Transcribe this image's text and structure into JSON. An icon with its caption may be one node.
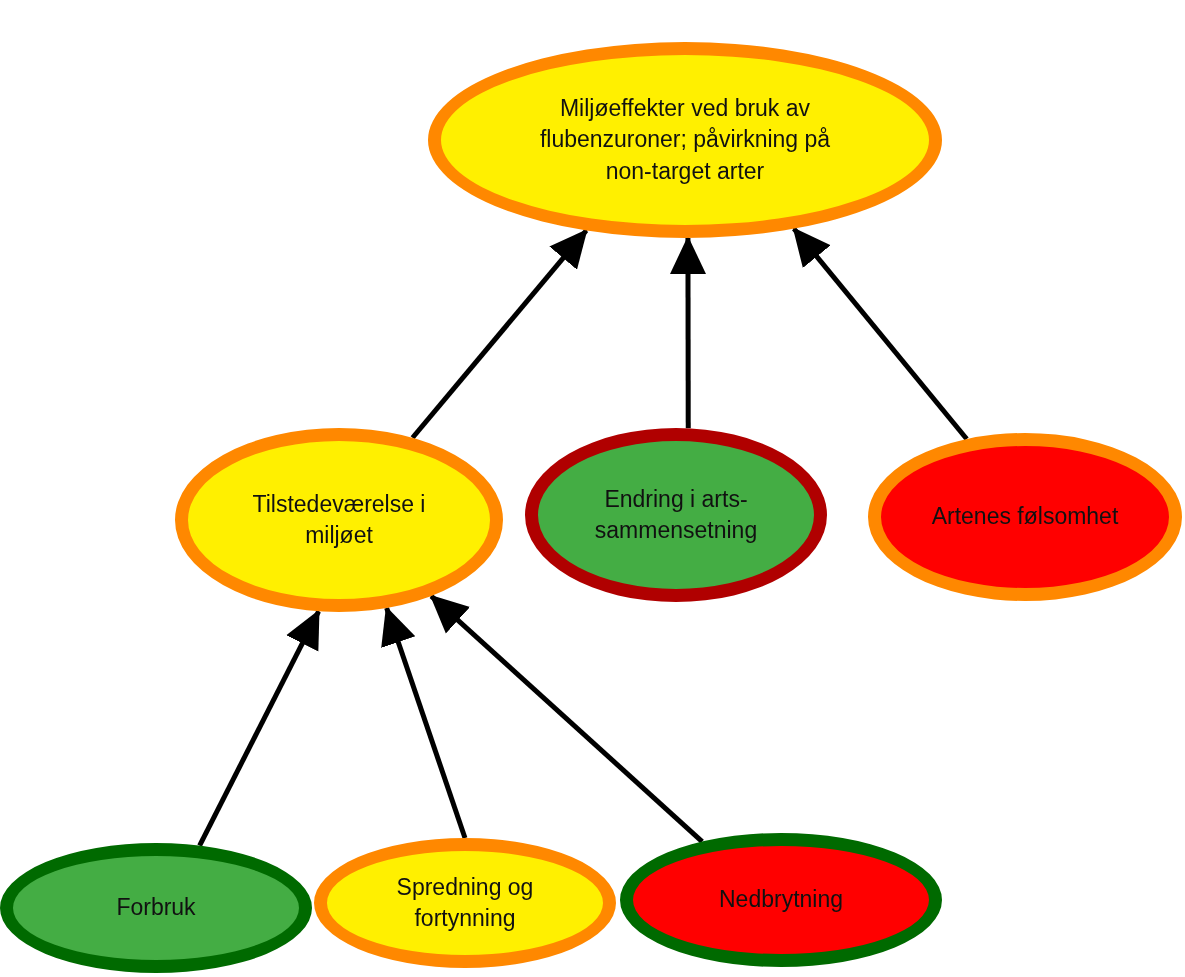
{
  "diagram": {
    "nodes": [
      {
        "text": [
          "Miljøeffekter ved bruk av flubenzuroner; påvirkning på non-target arter"
        ]
      },
      {
        "text": [
          "Tilstedeværelse i miljøet"
        ]
      },
      {
        "text": [
          "Endring i arts- sammensetning"
        ]
      },
      {
        "text": [
          "Artenes følsomhet"
        ]
      },
      {
        "text": [
          "Forbruk"
        ]
      },
      {
        "text": [
          "Spredning og fortynning"
        ]
      },
      {
        "text": [
          "Nedbrytning"
        ]
      }
    ],
    "edges": [
      {
        "from": 1,
        "to": 0,
        "arrow": "to"
      },
      {
        "from": 2,
        "to": 0,
        "arrow": "to"
      },
      {
        "from": 3,
        "to": 0,
        "arrow": "to"
      },
      {
        "from": 4,
        "to": 1,
        "arrow": "to"
      },
      {
        "from": 5,
        "to": 1,
        "arrow": "to"
      },
      {
        "from": 6,
        "to": 1,
        "arrow": "to"
      }
    ]
  }
}
